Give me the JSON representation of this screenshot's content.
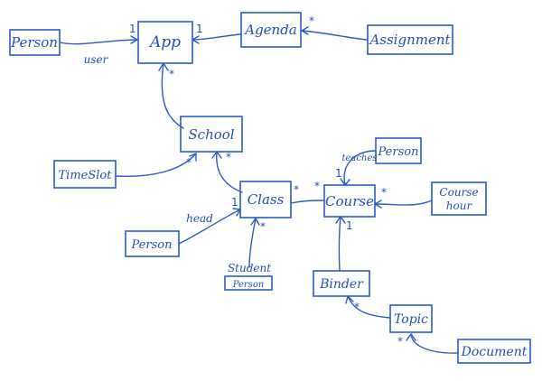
{
  "diagram": {
    "stroke_color": "#2a5cc4",
    "nodes": {
      "person_top": "Person",
      "app": "App",
      "agenda": "Agenda",
      "assignment": "Assignment",
      "school": "School",
      "timeslot": "TimeSlot",
      "class": "Class",
      "course": "Course",
      "course_hour_line1": "Course",
      "course_hour_line2": "hour",
      "person_teaches": "Person",
      "person_head": "Person",
      "student_role": "Student",
      "student_type": "Person",
      "binder": "Binder",
      "topic": "Topic",
      "document": "Document"
    },
    "edge_labels": {
      "user": "user",
      "head": "head",
      "teaches": "teaches"
    },
    "multiplicities": {
      "app_from_person": "1",
      "agenda_to_app": "1",
      "assignment_to_agenda": "*",
      "school_to_app": "*",
      "timeslot_to_school": "*",
      "class_to_school": "*",
      "head_to_class": "1",
      "class_to_course_a": "*",
      "class_to_course_b": "*",
      "student_to_class": "*",
      "teaches_to_course": "1",
      "coursehour_to_course": "*",
      "binder_to_course": "1",
      "topic_to_binder": "*",
      "document_to_topic": "*"
    }
  }
}
